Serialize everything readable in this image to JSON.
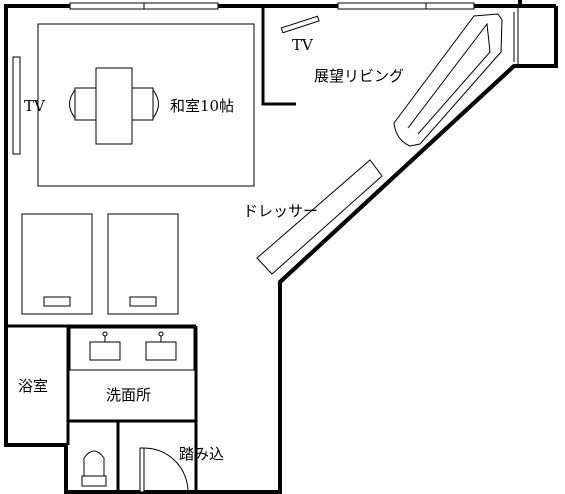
{
  "rooms": {
    "washitsu": "和室10帖",
    "tenbou_living": "展望リビング",
    "dresser": "ドレッサー",
    "bath": "浴室",
    "senmenjo": "洗面所",
    "fumikomi": "踏み込"
  },
  "tv_labels": {
    "tv_left": "TV",
    "tv_top": "TV"
  },
  "colors": {
    "line": "#000000",
    "background": "#ffffff"
  }
}
